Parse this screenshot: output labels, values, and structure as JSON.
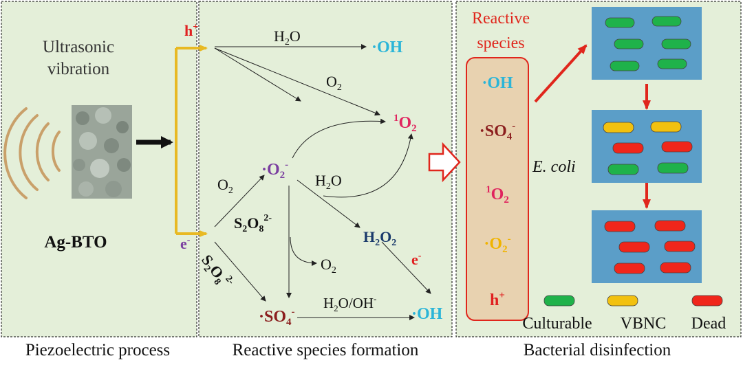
{
  "panels": {
    "piezo": {
      "caption": "Piezoelectric process"
    },
    "formation": {
      "caption": "Reactive species formation"
    },
    "disinfection": {
      "caption": "Bacterial disinfection"
    }
  },
  "piezo": {
    "ultrasonic_line1": "Ultrasonic",
    "ultrasonic_line2": "vibration",
    "material": "Ag-BTO",
    "hole": {
      "base": "h",
      "sup": "+"
    },
    "electron": {
      "base": "e",
      "sup": "-"
    }
  },
  "formation": {
    "h2o_top": "H",
    "h2o_top_sub": "2",
    "h2o_top_end": "O",
    "oh_top": "·OH",
    "o2_mid": {
      "base": "O",
      "sub": "2"
    },
    "singlet": {
      "sup": "1",
      "base": "O",
      "sub": "2"
    },
    "superoxide": {
      "base": "·O",
      "sub": "2",
      "sup": "-"
    },
    "o2_left": {
      "base": "O",
      "sub": "2"
    },
    "h2o_mid": {
      "base": "H",
      "sub": "2",
      "end": "O"
    },
    "persulfate_center": {
      "s": "S",
      "s_sub": "2",
      "o": "O",
      "o_sub": "8",
      "sup": "2-"
    },
    "persulfate_diag": {
      "s": "S",
      "s_sub": "2",
      "o": "O",
      "o_sub": "8",
      "sup": "2-"
    },
    "h2o2": {
      "h": "H",
      "h_sub": "2",
      "o": "O",
      "o_sub": "2"
    },
    "o2_low": {
      "base": "O",
      "sub": "2"
    },
    "electron_label": {
      "base": "e",
      "sup": "-"
    },
    "sulfate": {
      "base": "·SO",
      "sub": "4",
      "sup": "-"
    },
    "h2o_oh": {
      "h": "H",
      "h_sub": "2",
      "mid": "O/OH",
      "sup": "-"
    },
    "oh_bottom": "·OH"
  },
  "disinfection": {
    "title_line1": "Reactive",
    "title_line2": "species",
    "species": [
      {
        "text": "·OH",
        "sub": "",
        "sup": "",
        "pre": "",
        "color": "#2bb5d8"
      },
      {
        "text": "·SO",
        "sub": "4",
        "sup": "-",
        "pre": "",
        "color": "#8b1e1e"
      },
      {
        "text": "O",
        "sub": "2",
        "sup": "",
        "pre": "1",
        "color": "#e0245e"
      },
      {
        "text": "·O",
        "sub": "2",
        "sup": "-",
        "pre": "",
        "color": "#f0b400"
      },
      {
        "text": "h",
        "sub": "",
        "sup": "+",
        "pre": "",
        "color": "#e02020"
      }
    ],
    "organism": "E. coli",
    "legend": [
      {
        "label": "Culturable",
        "color": "#1fb24a"
      },
      {
        "label": "VBNC",
        "color": "#f2c10f"
      },
      {
        "label": "Dead",
        "color": "#f0261b"
      }
    ]
  },
  "colors": {
    "panel_bg": "#e4efd9",
    "cell_panel": "#5b9ec8",
    "arrow_gold": "#e8b923",
    "arrow_red": "#e0261c",
    "oh": "#2bb5d8",
    "singlet": "#e0245e",
    "superoxide": "#7b3fa0",
    "h2o2": "#1a3a6b",
    "sulfate": "#8b1e1e"
  }
}
